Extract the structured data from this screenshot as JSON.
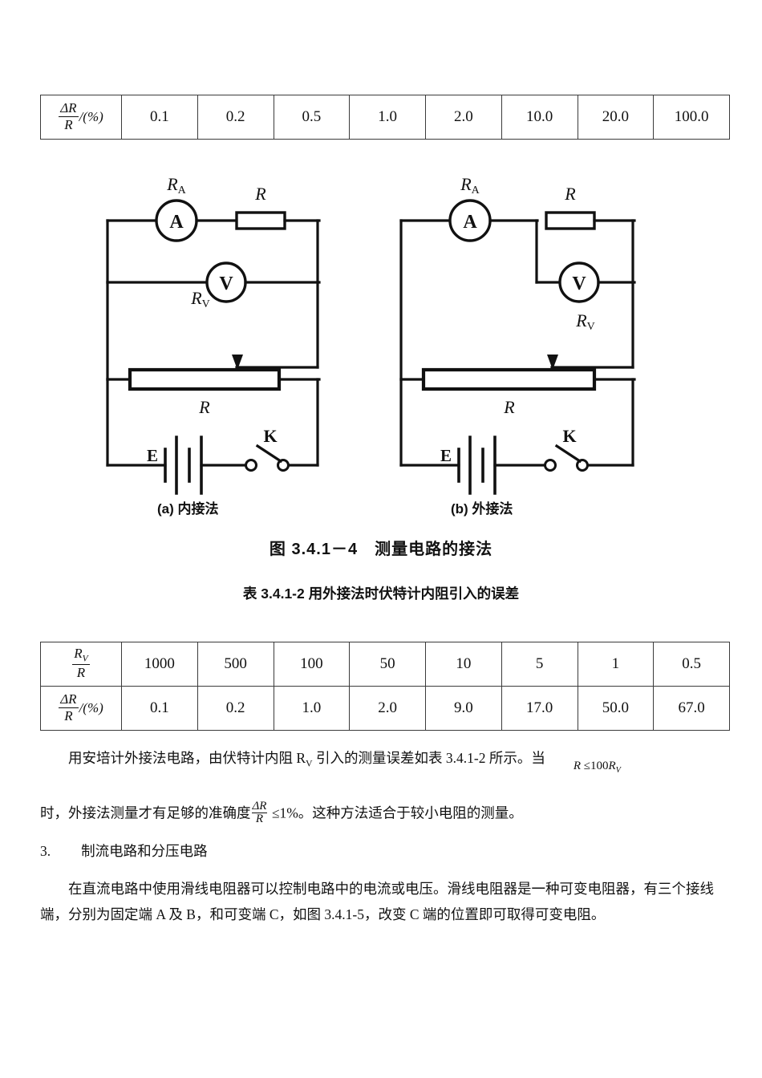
{
  "tables": {
    "table1": {
      "name": "error-table-ammeter-internal",
      "rows": [
        {
          "header_html": "frac_dR_R_percent",
          "header_text": "ΔR/R /(%)",
          "cells": [
            "0.1",
            "0.2",
            "0.5",
            "1.0",
            "2.0",
            "10.0",
            "20.0",
            "100.0"
          ]
        }
      ]
    },
    "table2": {
      "name": "error-table-voltmeter-internal",
      "caption": "表 3.4.1-2  用外接法时伏特计内阻引入的误差",
      "rows": [
        {
          "header_text": "Rv/R",
          "cells": [
            "1000",
            "500",
            "100",
            "50",
            "10",
            "5",
            "1",
            "0.5"
          ]
        },
        {
          "header_text": "ΔR/R /(%)",
          "cells": [
            "0.1",
            "0.2",
            "1.0",
            "2.0",
            "9.0",
            "17.0",
            "50.0",
            "67.0"
          ]
        }
      ]
    }
  },
  "figure": {
    "caption": "图 3.4.1－4　测量电路的接法",
    "sub_caption_a": "(a) 内接法",
    "sub_caption_b": "(b) 外接法",
    "labels": {
      "ammeter": "A",
      "voltmeter": "V",
      "r_ammeter": "R",
      "r_ammeter_sub": "A",
      "r_voltmeter": "R",
      "r_voltmeter_sub": "V",
      "resistor": "R",
      "rheostat": "R",
      "battery": "E",
      "switch": "K"
    }
  },
  "text": {
    "para1_a": "用安培计外接法电路，由伏特计内阻 R",
    "para1_sub": "V",
    "para1_b": " 引入的测量误差如表 3.4.1-2 所示。当",
    "para1_formula_a": "R",
    "para1_formula_b": " ≤100",
    "para1_formula_c": "R",
    "para1_formula_sub": "V",
    "para2_a": "时，外接法测量才有足够的准确度",
    "para2_frac_num": "ΔR",
    "para2_frac_den": "R",
    "para2_b": " ≤1%。这种方法适合于较小电阻的测量。",
    "heading3_num": "3.",
    "heading3_text": "制流电路和分压电路",
    "para3": "在直流电路中使用滑线电阻器可以控制电路中的电流或电压。滑线电阻器是一种可变电阻器，有三个接线端，分别为固定端 A 及 B，和可变端 C，如图 3.4.1-5，改变 C 端的位置即可取得可变电阻。"
  },
  "colors": {
    "ink": "#111111",
    "rule": "#3b3b3b",
    "page": "#ffffff"
  }
}
